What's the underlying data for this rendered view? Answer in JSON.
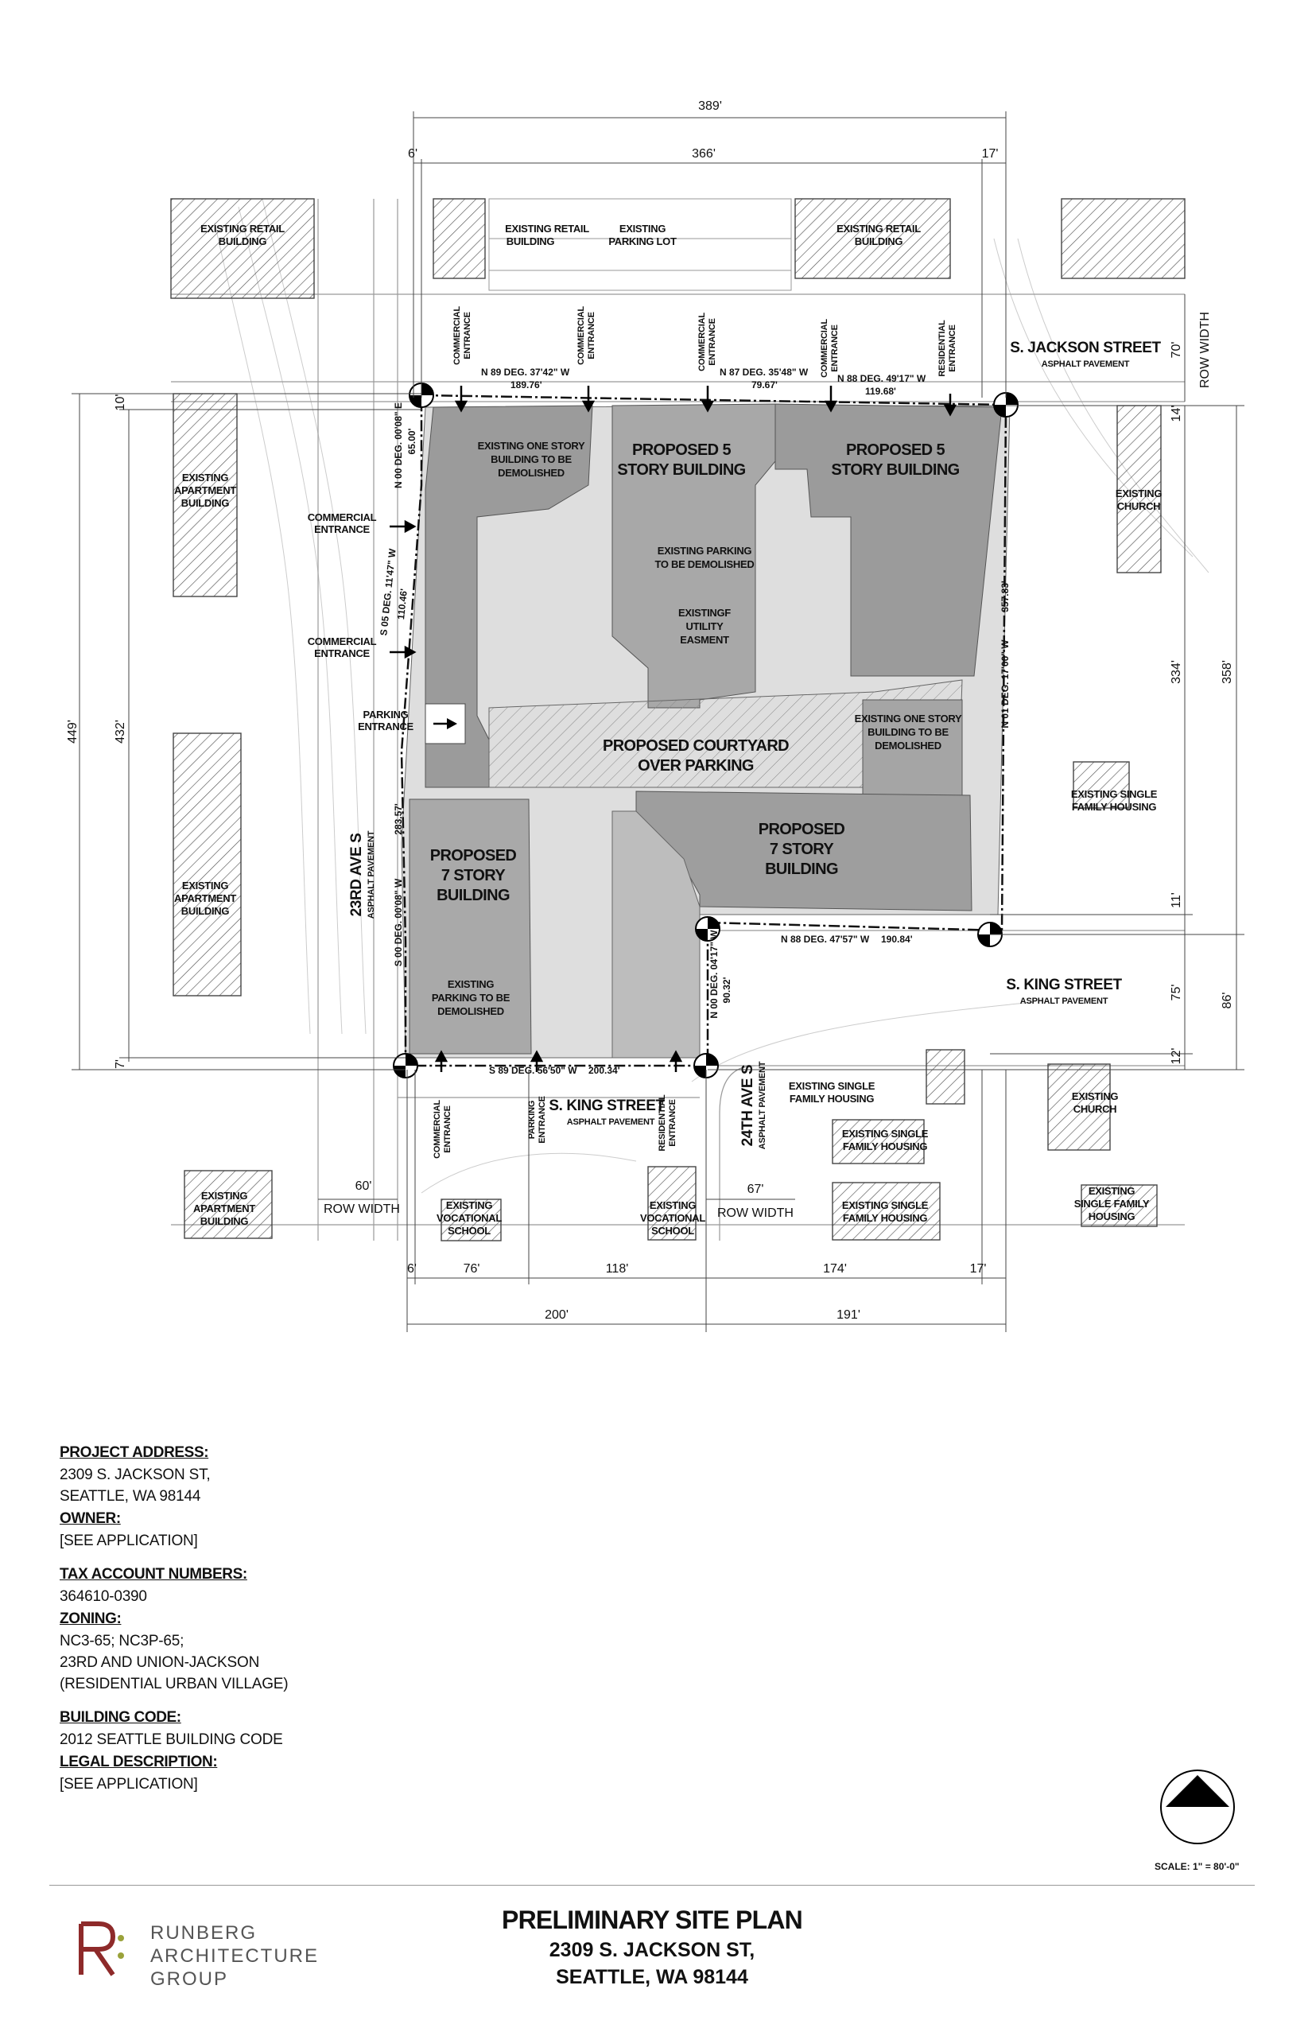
{
  "plan": {
    "dims": {
      "top_total": "389'",
      "top_left": "6'",
      "top_mid": "366'",
      "top_right": "17'",
      "left_total": "449'",
      "left_inner": "432'",
      "left_top": "10'",
      "left_bottom": "7'",
      "right_top": "14'",
      "right_334": "334'",
      "right_358": "358'",
      "right_11": "11'",
      "right_75": "75'",
      "right_86": "86'",
      "right_12": "12'",
      "bottom_6": "6'",
      "bottom_76": "76'",
      "bottom_118": "118'",
      "bottom_174": "174'",
      "bottom_17": "17'",
      "bottom_200": "200'",
      "bottom_191": "191'",
      "row_60": "60'",
      "row_67": "67'",
      "row_70": "70'"
    },
    "bearings": {
      "north_1": "N 89 DEG. 37'42\" W",
      "north_1_len": "189.76'",
      "north_2": "N 87 DEG. 35'48\" W",
      "north_2_len": "79.67'",
      "north_3": "N 88 DEG. 49'17\" W",
      "north_3_len": "119.68'",
      "west_1": "N 00 DEG. 00'08\" E",
      "west_1_len": "65.00'",
      "west_2": "S 05 DEG. 11'47\" W",
      "west_2_len": "110.46'",
      "west_3": "S 00 DEG. 00'08\" W",
      "west_3_len": "283.57'",
      "east": "N 01 DEG. 17'00\" W",
      "east_len": "357.83'",
      "king_north": "N 88 DEG. 47'57\" W",
      "king_north_len": "190.84'",
      "notch_west": "N 00 DEG. 04'17\" W",
      "notch_west_len": "90.32'",
      "south": "S 89 DEG. 56'50\" W",
      "south_len": "200.34'"
    },
    "streets": {
      "jackson": "S. JACKSON STREET",
      "jackson_sub": "ASPHALT PAVEMENT",
      "king_east": "S. KING STREET",
      "king_east_sub": "ASPHALT PAVEMENT",
      "king_south": "S. KING STREET",
      "king_south_sub": "ASPHALT PAVEMENT",
      "ave23": "23RD AVE S",
      "ave23_sub": "ASPHALT PAVEMENT",
      "ave24": "24TH AVE S",
      "ave24_sub": "ASPHALT PAVEMENT",
      "row_width": "ROW WIDTH"
    },
    "proposed": {
      "north_left": [
        "PROPOSED 5",
        "STORY BUILDING"
      ],
      "north_right": [
        "PROPOSED 5",
        "STORY BUILDING"
      ],
      "courtyard": [
        "PROPOSED COURTYARD",
        "OVER PARKING"
      ],
      "east_7": [
        "PROPOSED",
        "7 STORY",
        "BUILDING"
      ],
      "west_7": [
        "PROPOSED",
        "7 STORY",
        "BUILDING"
      ]
    },
    "site_notes": {
      "one_story_nw": [
        "EXISTING ONE STORY",
        "BUILDING TO BE",
        "DEMOLISHED"
      ],
      "parking_demo": [
        "EXISTING PARKING",
        "TO BE DEMOLISHED"
      ],
      "easement": [
        "EXISTINGF",
        "UTILITY",
        "EASMENT"
      ],
      "one_story_e": [
        "EXISTING ONE STORY",
        "BUILDING TO BE",
        "DEMOLISHED"
      ],
      "parking_demo_sw": [
        "EXISTING",
        "PARKING TO BE",
        "DEMOLISHED"
      ]
    },
    "entrances": {
      "commercial": [
        "COMMERCIAL",
        "ENTRANCE"
      ],
      "residential": [
        "RESIDENTIAL",
        "ENTRANCE"
      ],
      "parking": [
        "PARKING",
        "ENTRANCE"
      ]
    },
    "context": {
      "retail_nw": [
        "EXISTING RETAIL",
        "BUILDING"
      ],
      "retail_n": [
        "EXISTING RETAIL",
        "BUILDING"
      ],
      "parking_lot": [
        "EXISTING",
        "PARKING LOT"
      ],
      "retail_ne": [
        "EXISTING RETAIL",
        "BUILDING"
      ],
      "apt_w1": [
        "EXISTING",
        "APARTMENT",
        "BUILDING"
      ],
      "apt_w2": [
        "EXISTING",
        "APARTMENT",
        "BUILDING"
      ],
      "apt_sw": [
        "EXISTING",
        "APARTMENT",
        "BUILDING"
      ],
      "church_e": [
        "EXISTING",
        "CHURCH"
      ],
      "sfh_e": [
        "EXISTING SINGLE",
        "FAMILY HOUSING"
      ],
      "sfh_s1": [
        "EXISTING SINGLE",
        "FAMILY HOUSING"
      ],
      "sfh_s2": [
        "EXISTING SINGLE",
        "FAMILY HOUSING"
      ],
      "sfh_s3": [
        "EXISTING SINGLE",
        "FAMILY HOUSING"
      ],
      "church_se": [
        "EXISTING",
        "CHURCH"
      ],
      "sfh_se": [
        "EXISTING",
        "SINGLE FAMILY",
        "HOUSING"
      ],
      "voc_1": [
        "EXISTING",
        "VOCATIONAL",
        "SCHOOL"
      ],
      "voc_2": [
        "EXISTING",
        "VOCATIONAL",
        "SCHOOL"
      ]
    }
  },
  "info": {
    "project_address_label": "PROJECT ADDRESS:",
    "project_address_1": "2309 S. JACKSON ST,",
    "project_address_2": "SEATTLE, WA 98144",
    "owner_label": "OWNER:",
    "owner_value": "[SEE APPLICATION]",
    "tax_label": "TAX ACCOUNT NUMBERS:",
    "tax_value": "364610-0390",
    "zoning_label": "ZONING:",
    "zoning_1": "NC3-65; NC3P-65;",
    "zoning_2": "23RD AND UNION-JACKSON",
    "zoning_3": "(RESIDENTIAL URBAN VILLAGE)",
    "code_label": "BUILDING CODE:",
    "code_value": "2012 SEATTLE BUILDING CODE",
    "legal_label": "LEGAL DESCRIPTION:",
    "legal_value": "[SEE APPLICATION]"
  },
  "scale": "SCALE:  1\" = 80'-0\"",
  "firm": {
    "line1": "RUNBERG",
    "line2": "ARCHITECTURE",
    "line3": "GROUP",
    "mark_color": "#8e2a2a"
  },
  "title": {
    "main": "PRELIMINARY SITE PLAN",
    "line2": "2309 S. JACKSON ST,",
    "line3": "SEATTLE, WA 98144"
  },
  "colors": {
    "proposed_dark": "#9b9b9b",
    "proposed_light": "#c9c9c9",
    "existing_hatch": "#555555"
  }
}
